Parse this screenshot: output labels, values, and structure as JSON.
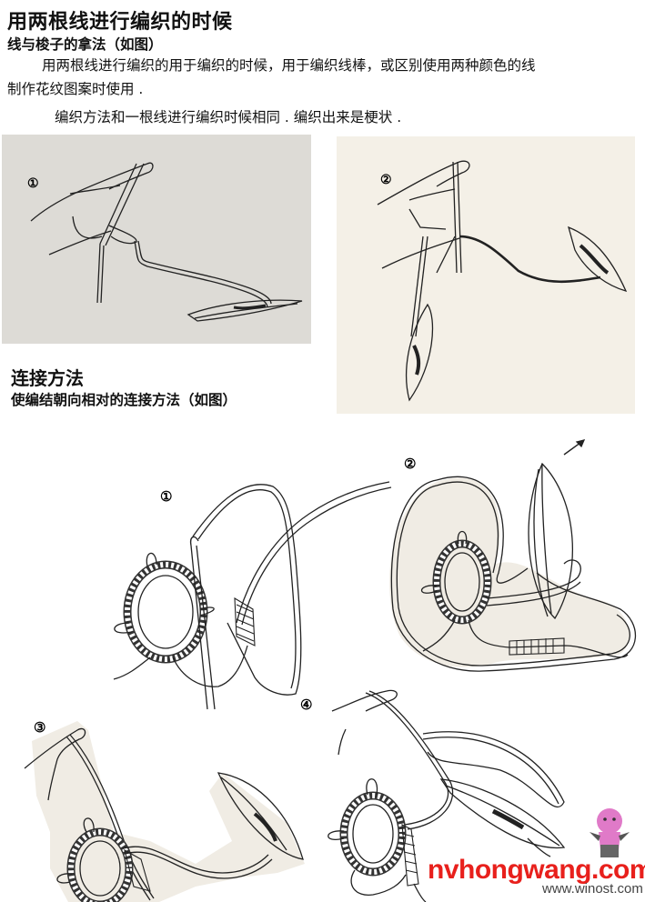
{
  "section1": {
    "title": "用两根线进行编织的时候",
    "subtitle": "线与梭子的拿法（如图）",
    "paragraph_line1": "用两根线进行编织的用于编织的时候，用于编织线棒，或区别使用两种颜色的线",
    "paragraph_line2": "制作花纹图案时使用 .",
    "paragraph2": "编织方法和一根线进行编织时候相同 . 编织出来是梗状 ."
  },
  "photos": [
    {
      "step": "①",
      "description": "hand holding thread with shuttle lying flat"
    },
    {
      "step": "②",
      "description": "hand holding two threads with two shuttles"
    }
  ],
  "section2": {
    "title": "连接方法",
    "subtitle": "使编结朝向相对的连接方法（如图）"
  },
  "diagrams": [
    {
      "step": "①",
      "description": "picot ring with crochet hook pulling thread through"
    },
    {
      "step": "②",
      "description": "ring with shuttle passing through loop, arrow pointing up"
    },
    {
      "step": "③",
      "description": "hand holding thread, ring and shuttle"
    },
    {
      "step": "④",
      "description": "hand holding thread loop with shuttle and ring"
    }
  ],
  "watermark": {
    "brand": "nvhongwang.com",
    "url": "www.winost.com"
  }
}
